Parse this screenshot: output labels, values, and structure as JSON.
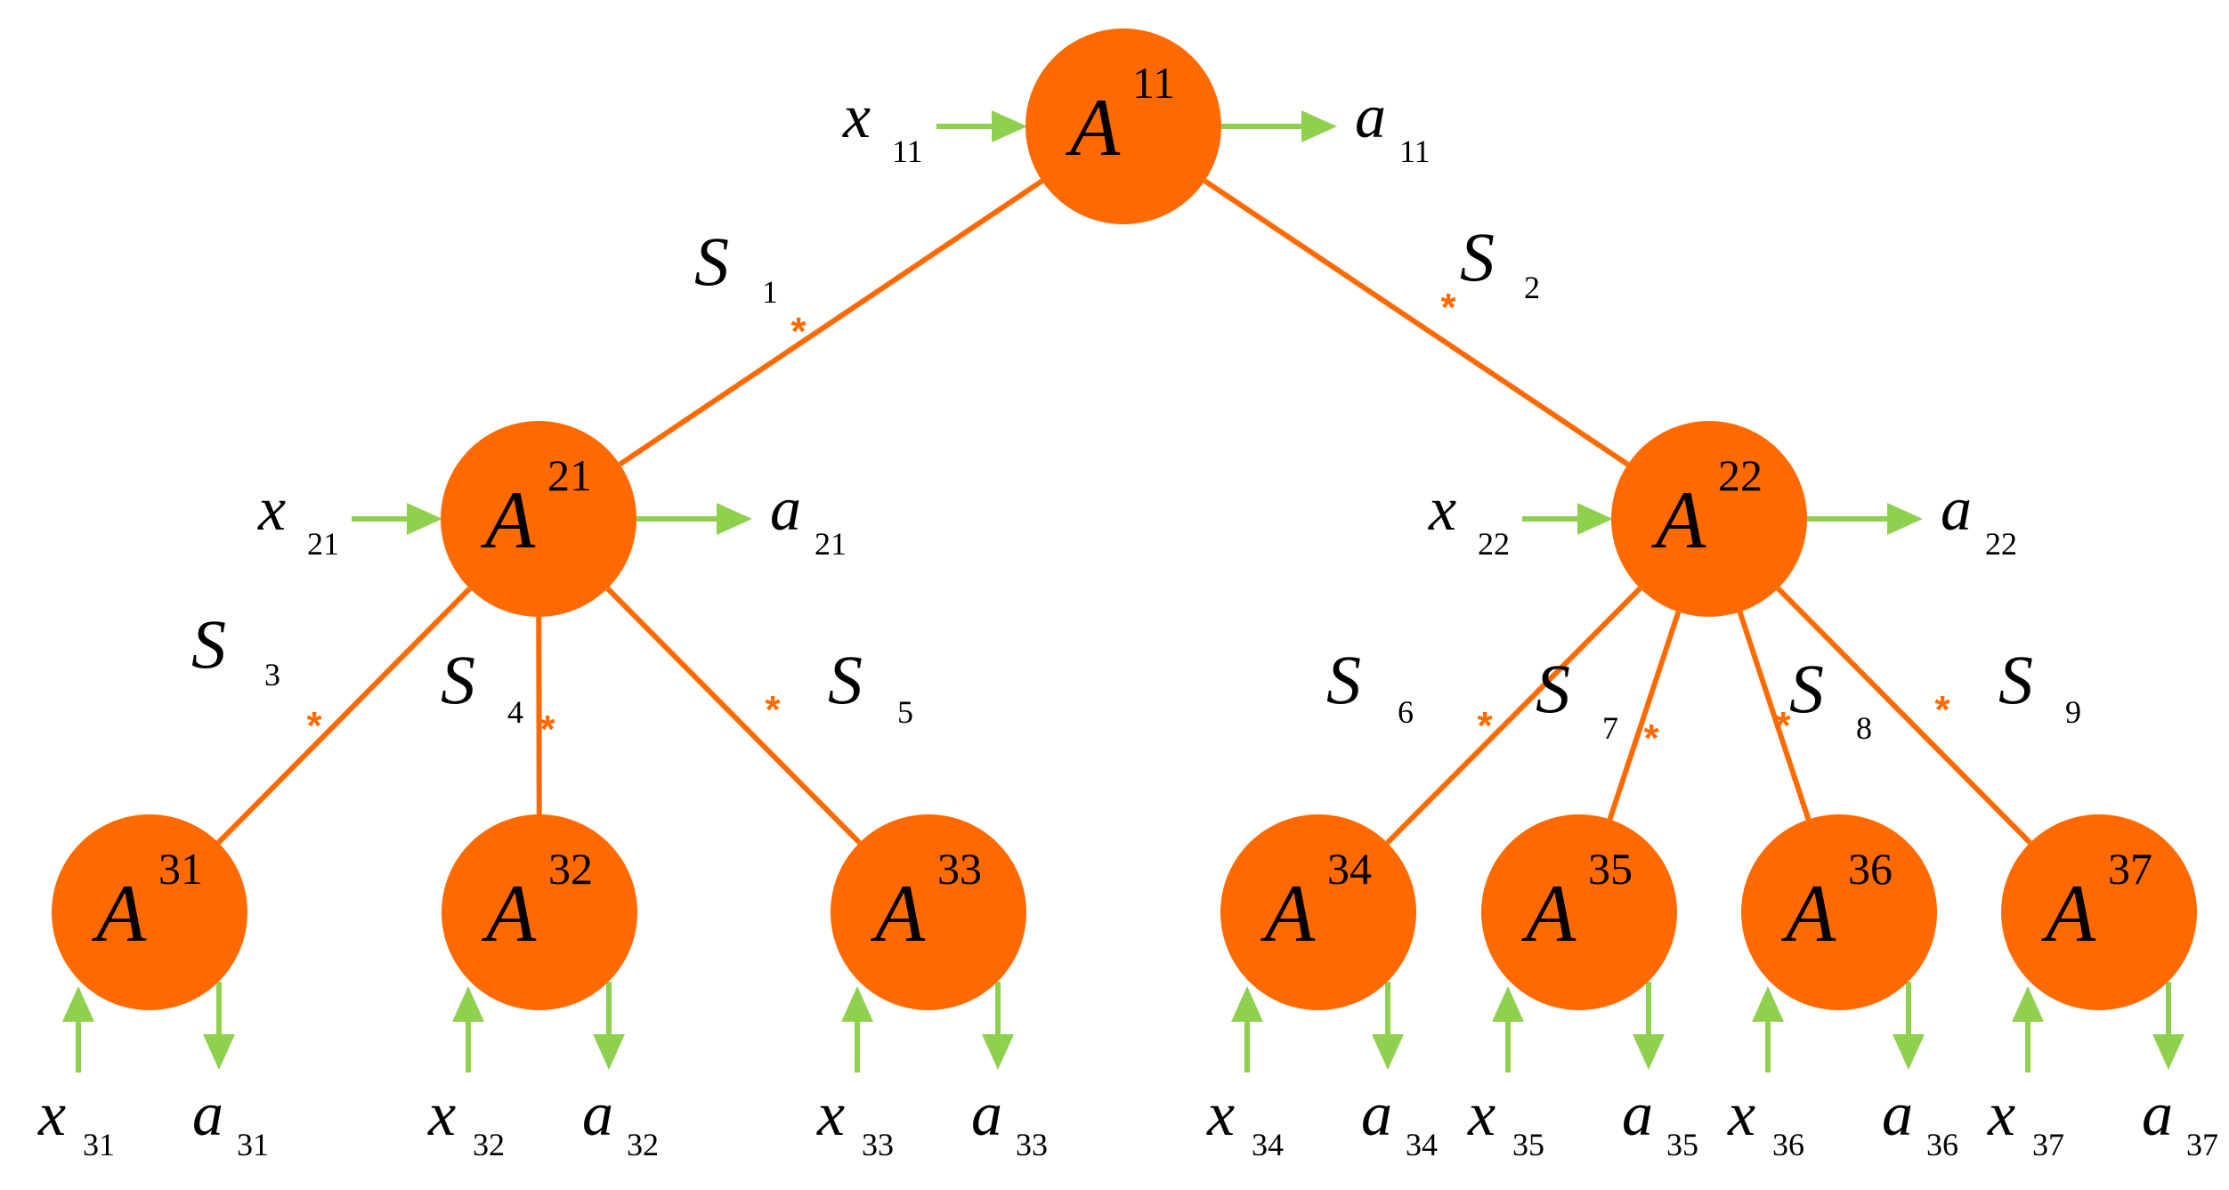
{
  "colors": {
    "node_fill": "#ff6a00",
    "edge": "#ff6a00",
    "arrow": "#8fd14f",
    "star": "#ff6a00",
    "text": "#000000"
  },
  "node_letter": "A",
  "input_letter": "x",
  "output_letter": "a",
  "edge_letter": "S",
  "edge_marker": "*",
  "nodes": [
    {
      "id": "11",
      "input": "11",
      "output": "11",
      "level": 1
    },
    {
      "id": "21",
      "input": "21",
      "output": "21",
      "level": 2
    },
    {
      "id": "22",
      "input": "22",
      "output": "22",
      "level": 2
    },
    {
      "id": "31",
      "input": "31",
      "output": "31",
      "level": 3
    },
    {
      "id": "32",
      "input": "32",
      "output": "32",
      "level": 3
    },
    {
      "id": "33",
      "input": "33",
      "output": "33",
      "level": 3
    },
    {
      "id": "34",
      "input": "34",
      "output": "34",
      "level": 3
    },
    {
      "id": "35",
      "input": "35",
      "output": "35",
      "level": 3
    },
    {
      "id": "36",
      "input": "36",
      "output": "36",
      "level": 3
    },
    {
      "id": "37",
      "input": "37",
      "output": "37",
      "level": 3
    }
  ],
  "edges": [
    {
      "from": "11",
      "to": "21",
      "label": "1"
    },
    {
      "from": "11",
      "to": "22",
      "label": "2"
    },
    {
      "from": "21",
      "to": "31",
      "label": "3"
    },
    {
      "from": "21",
      "to": "32",
      "label": "4"
    },
    {
      "from": "21",
      "to": "33",
      "label": "5"
    },
    {
      "from": "22",
      "to": "34",
      "label": "6"
    },
    {
      "from": "22",
      "to": "35",
      "label": "7"
    },
    {
      "from": "22",
      "to": "36",
      "label": "8"
    },
    {
      "from": "22",
      "to": "37",
      "label": "9"
    }
  ]
}
